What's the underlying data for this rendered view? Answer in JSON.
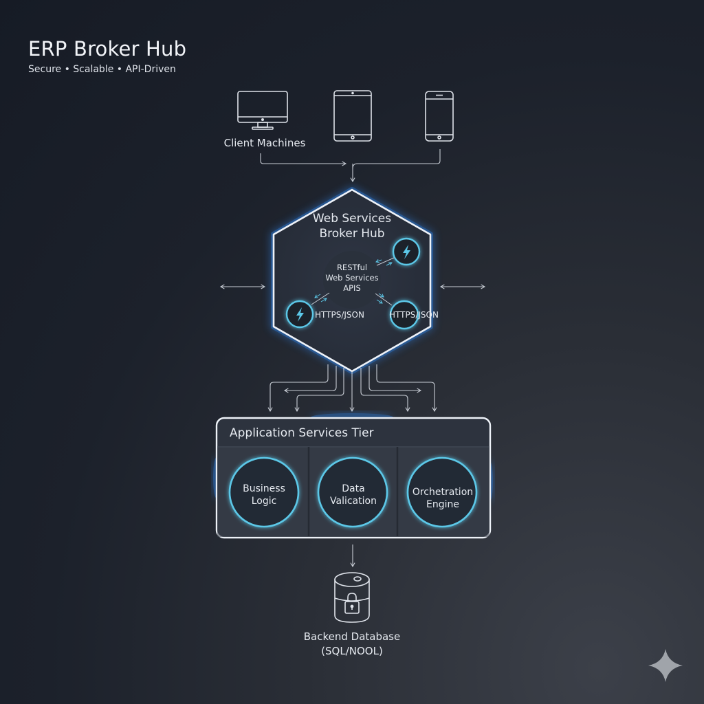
{
  "header": {
    "title": "ERP Broker Hub",
    "subtitle": "Secure • Scalable • API-Driven"
  },
  "clients": {
    "label": "Client Machines",
    "devices": [
      {
        "icon": "desktop-monitor-icon"
      },
      {
        "icon": "tablet-icon"
      },
      {
        "icon": "smartphone-icon"
      }
    ]
  },
  "hub": {
    "title_line1": "Web Services",
    "title_line2": "Broker Hub",
    "center_line1": "RESTful",
    "center_line2": "Web Services",
    "center_line3": "APIS",
    "protocol_left": "HTTPS/JSON",
    "protocol_right": "HTTPS/JSON",
    "node_icon": "lightning-bolt-icon"
  },
  "tier": {
    "title": "Application Services Tier",
    "services": [
      {
        "line1": "Business",
        "line2": "Logic"
      },
      {
        "line1": "Data",
        "line2": "Valication"
      },
      {
        "line1": "Orchetration",
        "line2": "Engine"
      }
    ]
  },
  "database": {
    "icon": "locked-database-icon",
    "line1": "Backend Database",
    "line2": "(SQL/NOOL)"
  },
  "watermark": {
    "icon": "sparkle-star-icon"
  },
  "colors": {
    "accent_cyan": "#5cc8e8",
    "glow_blue": "#2f7fe0",
    "line": "#c9ced6",
    "panel": "#2f3540"
  }
}
